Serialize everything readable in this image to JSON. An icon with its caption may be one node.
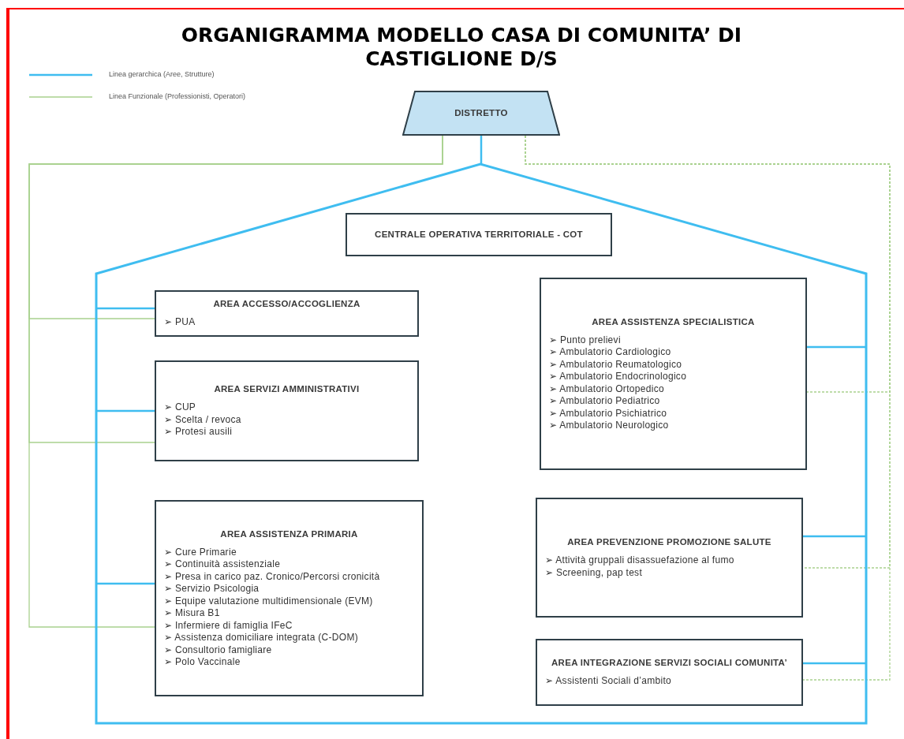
{
  "diagram": {
    "title": "ORGANIGRAMMA MODELLO CASA DI COMUNITA’ DI CASTIGLIONE D/S",
    "nodes": [
      {
        "text": [
          "DISTRETTO"
        ]
      },
      {
        "text": [],
        "shape": "house"
      },
      {
        "text": [
          "CENTRALE OPERATIVA TERRITORIALE - COT"
        ],
        "in": 1
      },
      {
        "text": [
          "AREA ACCESSO/ACCOGLIENZA",
          "➢ PUA"
        ],
        "in": 1
      },
      {
        "text": [
          "AREA ASSISTENZA SPECIALISTICA",
          "➢ Punto prelievi",
          "➢ Ambulatorio Cardiologico",
          "➢ Ambulatorio Reumatologico",
          "➢ Ambulatorio Endocrinologico",
          "➢ Ambulatorio Ortopedico",
          "➢ Ambulatorio Pediatrico",
          "➢ Ambulatorio Psichiatrico",
          "➢ Ambulatorio Neurologico"
        ],
        "in": 1
      },
      {
        "text": [
          "AREA SERVIZI AMMINISTRATIVI",
          "➢ CUP",
          "➢ Scelta / revoca",
          "➢ Protesi ausili"
        ],
        "in": 1
      },
      {
        "text": [
          "AREA ASSISTENZA PRIMARIA",
          "➢ Cure Primarie",
          "➢ Continuità assistenziale",
          "➢ Presa in carico paz. Cronico/Percorsi cronicità",
          "➢ Servizio Psicologia",
          "➢ Equipe valutazione multidimensionale (EVM)",
          "➢ Misura B1",
          "➢ Infermiere di famiglia IFeC",
          "➢ Assistenza domiciliare integrata (C-DOM)",
          "➢ Consultorio famigliare",
          "➢ Polo Vaccinale"
        ],
        "in": 1
      },
      {
        "text": [
          "AREA PREVENZIONE PROMOZIONE SALUTE",
          "➢ Attività gruppali disassuefazione al fumo",
          "➢ Screening, pap test"
        ],
        "in": 1
      },
      {
        "text": [
          "AREA INTEGRAZIONE SERVIZI SOCIALI COMUNITA’",
          "➢ Assistenti Sociali d’ambito"
        ],
        "in": 1
      }
    ],
    "edges": [
      {
        "from": 0,
        "to": 1,
        "arrow": "none"
      },
      {
        "from": 1,
        "to": 3,
        "arrow": "none"
      },
      {
        "from": 1,
        "to": 4,
        "arrow": "none"
      },
      {
        "from": 1,
        "to": 5,
        "arrow": "none"
      },
      {
        "from": 1,
        "to": 6,
        "arrow": "none"
      },
      {
        "from": 1,
        "to": 7,
        "arrow": "none"
      },
      {
        "from": 1,
        "to": 8,
        "arrow": "none"
      },
      {
        "from": 0,
        "to": 3,
        "arrow": "none",
        "color": "#a9d18e"
      },
      {
        "from": 0,
        "to": 5,
        "arrow": "none",
        "color": "#a9d18e"
      },
      {
        "from": 0,
        "to": 6,
        "arrow": "none",
        "color": "#a9d18e"
      },
      {
        "from": 0,
        "to": 4,
        "arrow": "none",
        "style": "dashed",
        "color": "#a9d18e"
      },
      {
        "from": 0,
        "to": 7,
        "arrow": "none",
        "style": "dashed",
        "color": "#a9d18e"
      },
      {
        "from": 0,
        "to": 8,
        "arrow": "none",
        "style": "dashed",
        "color": "#a9d18e"
      }
    ],
    "legend": [
      {
        "text": "Linea gerarchica (Aree, Strutture)"
      },
      {
        "text": "Linea Funzionale (Professionisti, Operatori)"
      }
    ]
  }
}
